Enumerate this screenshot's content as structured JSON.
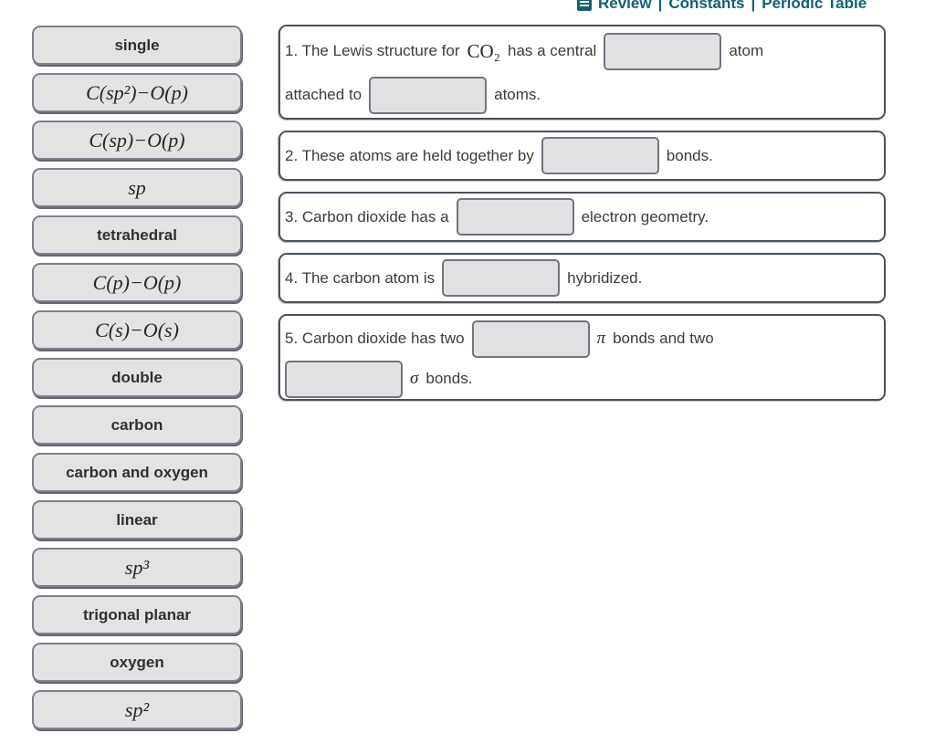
{
  "header": {
    "links": [
      {
        "label": "Review"
      },
      {
        "label": "Constants"
      },
      {
        "label": "Periodic Table"
      }
    ],
    "separator": "|",
    "icon": "review-icon"
  },
  "colors": {
    "accent_teal": "#156070",
    "tile_bg": "#e3e3e4",
    "tile_border": "#7d808c",
    "statement_border": "#4a525b",
    "blank_bg": "#e1e1e3",
    "blank_border": "#71747f"
  },
  "tiles": [
    {
      "label": "single"
    },
    {
      "label": "C(sp²)−O(p)"
    },
    {
      "label": "C(sp)−O(p)"
    },
    {
      "label": "sp"
    },
    {
      "label": "tetrahedral"
    },
    {
      "label": "C(p)−O(p)"
    },
    {
      "label": "C(s)−O(s)"
    },
    {
      "label": "double"
    },
    {
      "label": "carbon"
    },
    {
      "label": "carbon and oxygen"
    },
    {
      "label": "linear"
    },
    {
      "label": "sp³"
    },
    {
      "label": "trigonal planar"
    },
    {
      "label": "oxygen"
    },
    {
      "label": "sp²"
    }
  ],
  "statements": {
    "s1": {
      "t1": "1. The Lewis structure for",
      "formula": "CO₂",
      "t2": "has a central",
      "t3": "atom",
      "t4": "attached to",
      "t5": "atoms."
    },
    "s2": {
      "t1": "2. These atoms are held together by",
      "t2": "bonds."
    },
    "s3": {
      "t1": "3. Carbon dioxide has a",
      "t2": "electron geometry."
    },
    "s4": {
      "t1": "4. The carbon atom is",
      "t2": "hybridized."
    },
    "s5": {
      "t1": "5. Carbon dioxide has two",
      "pi": "π",
      "t2": "bonds and two",
      "sigma": "σ",
      "t3": "bonds."
    }
  }
}
